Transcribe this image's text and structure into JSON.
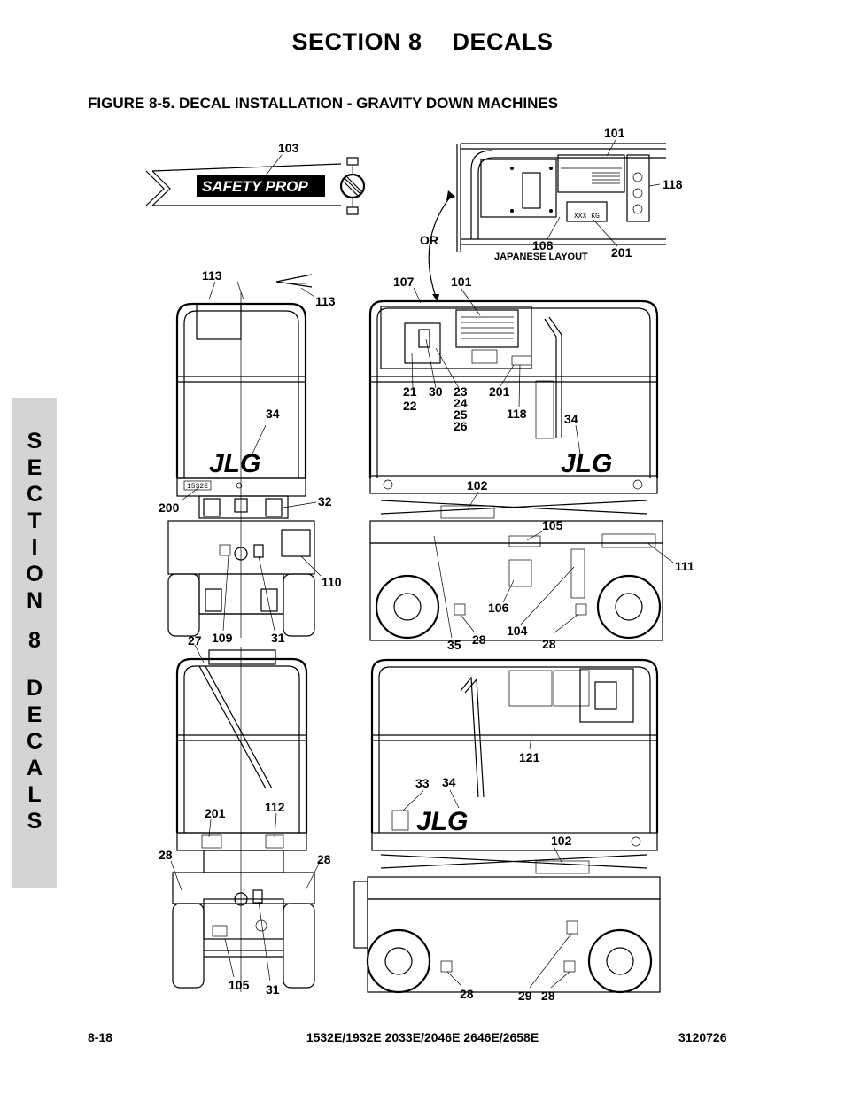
{
  "header": {
    "section_label": "SECTION 8",
    "section_name": "DECALS",
    "figure_title": "FIGURE 8-5. DECAL INSTALLATION - GRAVITY DOWN MACHINES"
  },
  "side_tab": {
    "letters": [
      "S",
      "E",
      "C",
      "T",
      "I",
      "O",
      "N",
      "8",
      "D",
      "E",
      "C",
      "A",
      "L",
      "S"
    ]
  },
  "footer": {
    "page": "8-18",
    "models": "1532E/1932E 2033E/2046E 2646E/2658E",
    "doc_number": "3120726"
  },
  "diagram": {
    "safety_prop_text": "SAFETY PROP",
    "or_label": "OR",
    "japanese_layout_label": "JAPANESE LAYOUT",
    "weight_decal_text": "XXX KG",
    "model_plate_text": "1532E",
    "logo_text": "JLG",
    "callouts": {
      "c103": "103",
      "c101a": "101",
      "c118a": "118",
      "c108": "108",
      "c201a": "201",
      "c113a": "113",
      "c113b": "113",
      "c107": "107",
      "c101b": "101",
      "c21": "21",
      "c22": "22",
      "c30": "30",
      "c23": "23",
      "c24": "24",
      "c25": "25",
      "c26": "26",
      "c201b": "201",
      "c118b": "118",
      "c34a": "34",
      "c34b": "34",
      "c200": "200",
      "c32": "32",
      "c102a": "102",
      "c105a": "105",
      "c111": "111",
      "c110": "110",
      "c106": "106",
      "c104": "104",
      "c27": "27",
      "c109": "109",
      "c31a": "31",
      "c35": "35",
      "c28a": "28",
      "c28b": "28",
      "c121": "121",
      "c33": "33",
      "c34c": "34",
      "c201c": "201",
      "c112": "112",
      "c102b": "102",
      "c28c": "28",
      "c28d": "28",
      "c105b": "105",
      "c31b": "31",
      "c28e": "28",
      "c29": "29",
      "c28f": "28"
    }
  }
}
